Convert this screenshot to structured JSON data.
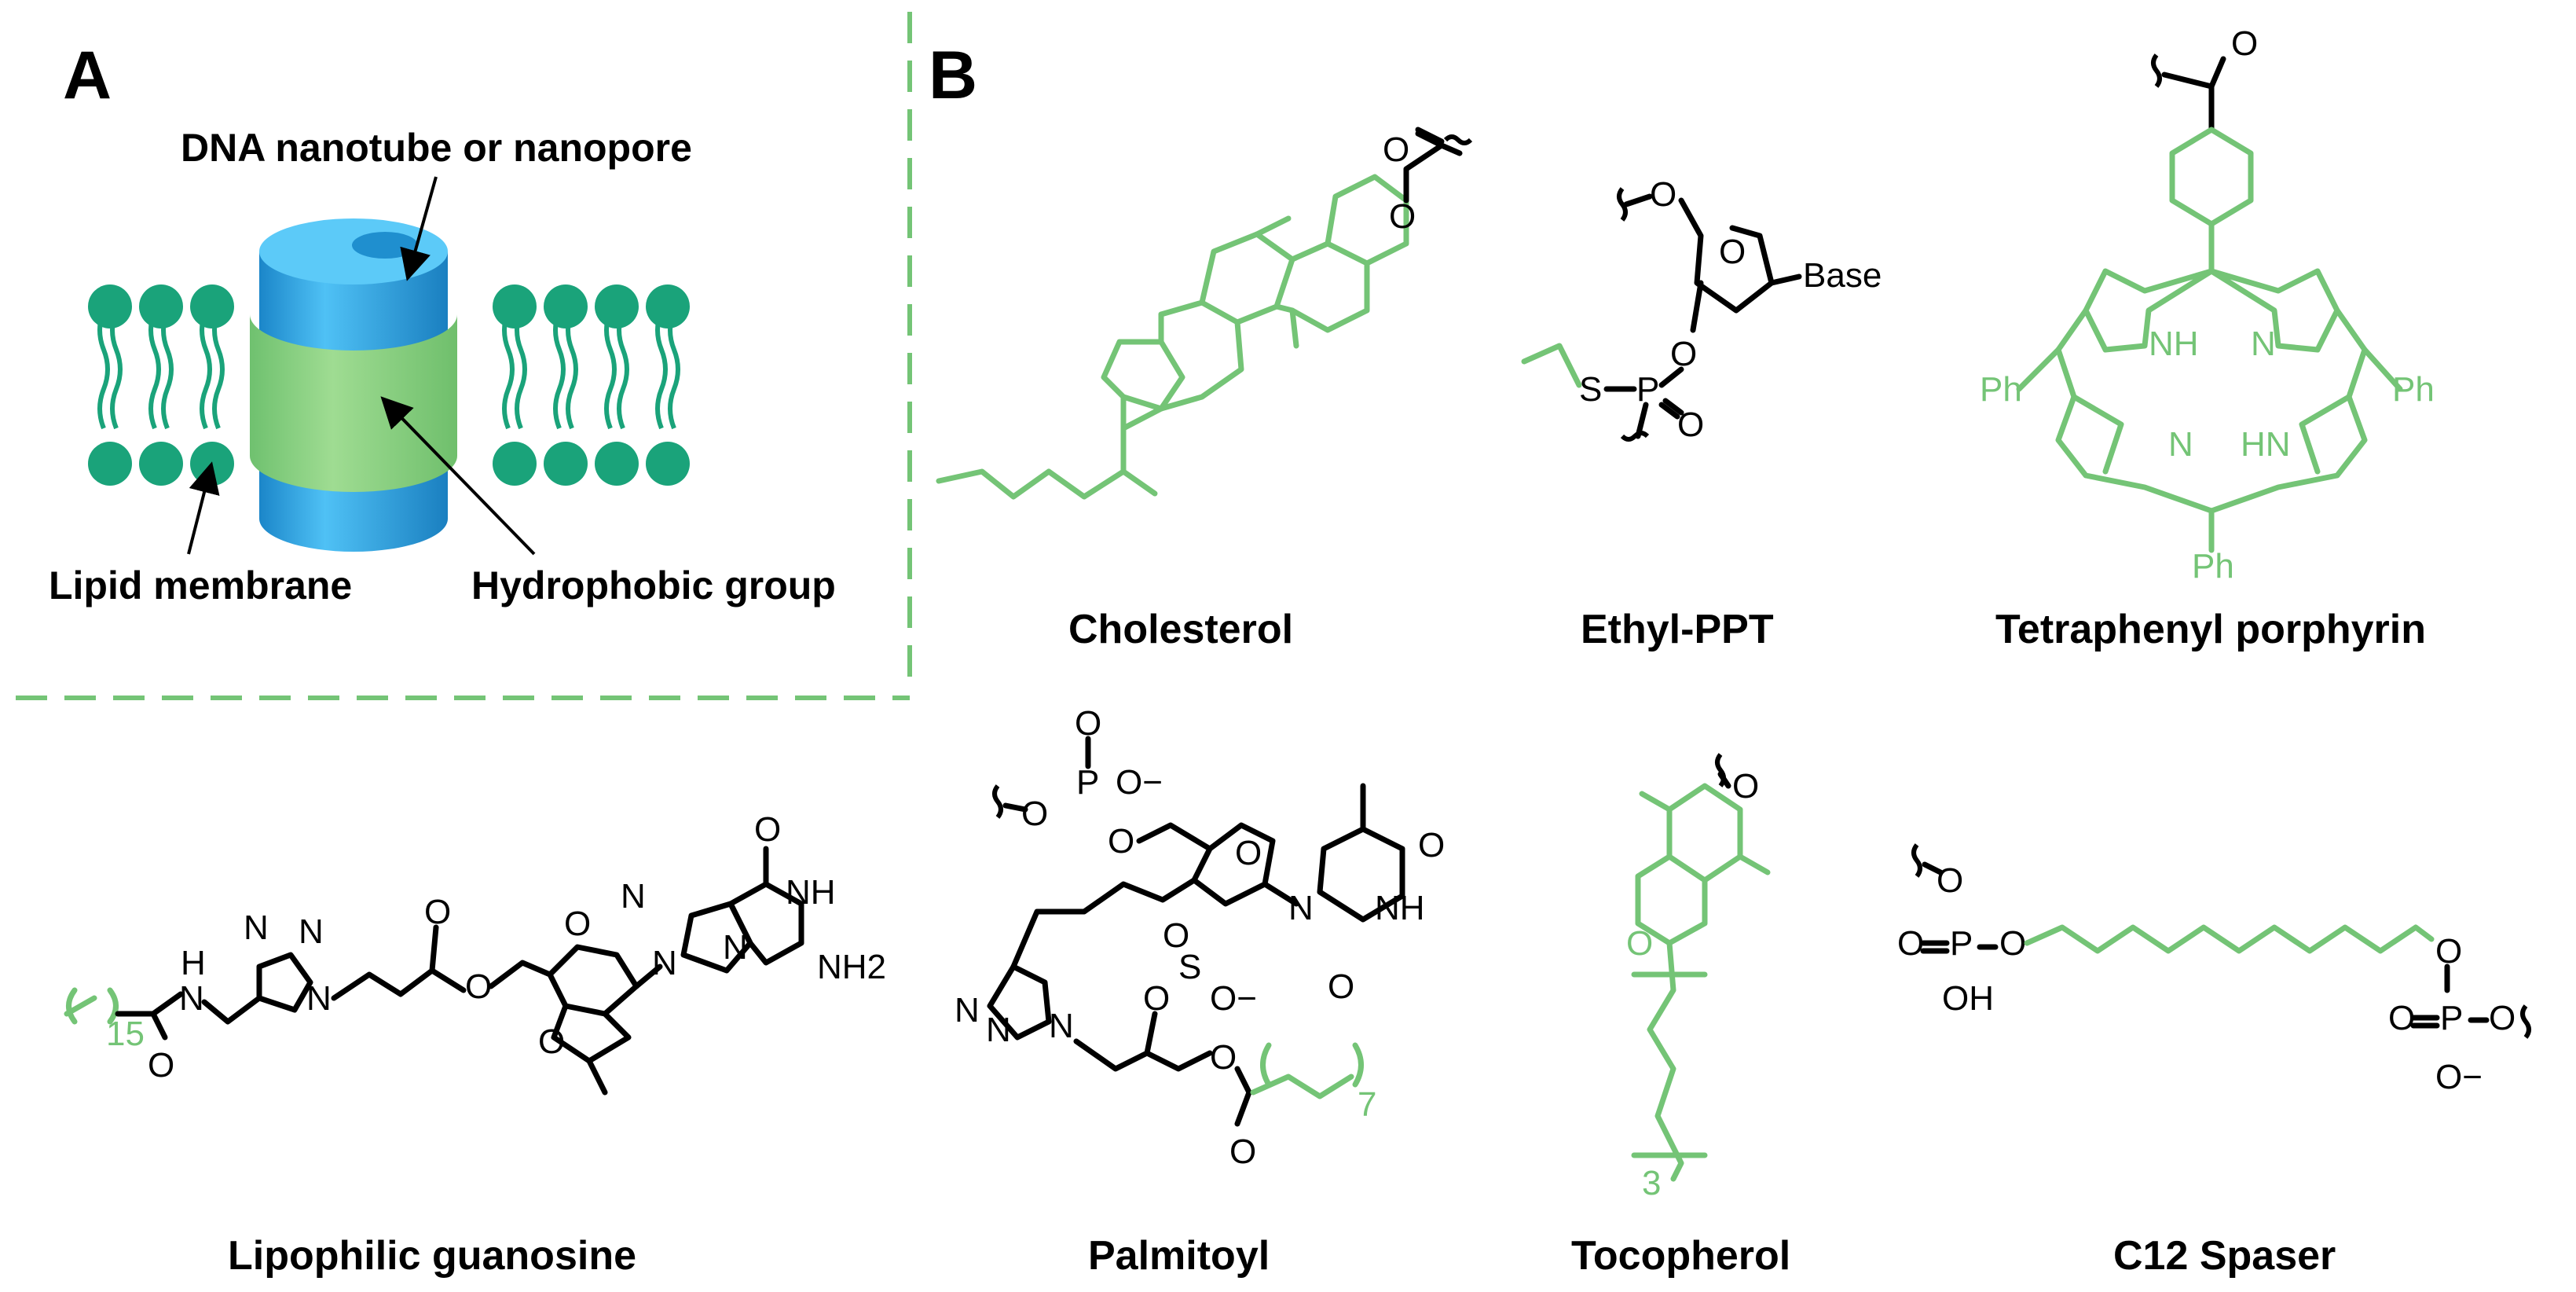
{
  "colors": {
    "hydrophobic_green": "#74c476",
    "lipid_teal": "#1aa37a",
    "nanotube_blue": "#2fa6e6",
    "divider_green": "#74c476"
  },
  "panel_a": {
    "letter": "A",
    "labels": {
      "nanotube": "DNA nanotube or nanopore",
      "membrane": "Lipid membrane",
      "hydrophobic": "Hydrophobic group"
    }
  },
  "panel_b": {
    "letter": "B",
    "molecules": [
      {
        "name": "Cholesterol",
        "atoms": [
          "O",
          "O"
        ]
      },
      {
        "name": "Ethyl-PPT",
        "atoms": [
          "O",
          "O",
          "Base",
          "O",
          "S",
          "P",
          "O"
        ]
      },
      {
        "name": "Tetraphenyl porphyrin",
        "atoms": [
          "O",
          "NH",
          "N",
          "N",
          "HN",
          "Ph",
          "Ph",
          "Ph"
        ]
      },
      {
        "name": "Lipophilic guanosine",
        "atoms": [
          "15",
          "H",
          "N",
          "O",
          "N",
          "N",
          "N",
          "O",
          "O",
          "O",
          "O",
          "O",
          "N",
          "N",
          "N",
          "NH",
          "NH2"
        ]
      },
      {
        "name": "Palmitoyl",
        "atoms": [
          "O",
          "P",
          "O",
          "O−",
          "O",
          "O",
          "N",
          "NH",
          "O",
          "O",
          "S",
          "O",
          "O−",
          "O",
          "N",
          "N",
          "N",
          "O",
          "O",
          "7"
        ]
      },
      {
        "name": "Tocopherol",
        "atoms": [
          "O",
          "O",
          "3"
        ]
      },
      {
        "name": "C12 Spaser",
        "atoms": [
          "O",
          "O",
          "P",
          "O",
          "OH",
          "O",
          "O",
          "P",
          "O",
          "O−"
        ]
      }
    ]
  }
}
